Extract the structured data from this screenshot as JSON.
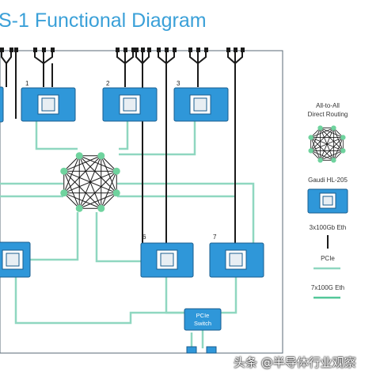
{
  "title": "S-1 Functional Diagram",
  "colors": {
    "title": "#3aa0d8",
    "card_fill": "#2f97d9",
    "card_border": "#1a5e8f",
    "pcie_line": "#8fd7c0",
    "eth_line": "#53c799",
    "eth_bundle": "#1a1a1a",
    "mesh_node": "#6fd39e"
  },
  "cards": {
    "card1": {
      "label": "1"
    },
    "card2": {
      "label": "2"
    },
    "card3": {
      "label": "3"
    },
    "card6": {
      "label": "6"
    },
    "card7": {
      "label": "7"
    }
  },
  "pcie_switch": {
    "line1": "PCIe",
    "line2": "Switch"
  },
  "legend": {
    "all_to_all": "All-to-All\nDirect Routing",
    "gaudi": "Gaudi HL-205",
    "eth_3x": "3x100Gb Eth",
    "pcie": "PCIe",
    "eth_7x": "7x100G Eth"
  },
  "watermark": "头条 @半导体行业观察"
}
